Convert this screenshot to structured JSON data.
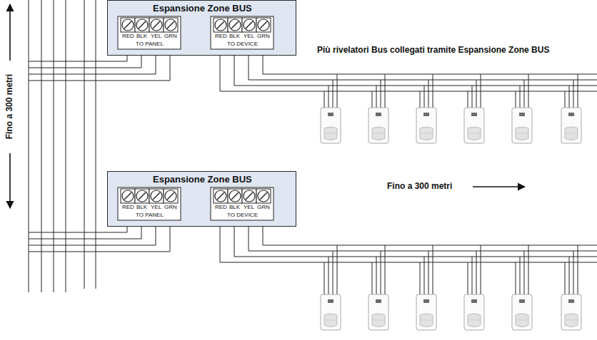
{
  "diagram": {
    "nodes": [
      {
        "text": [
          "Espansione Zone BUS",
          "RED",
          "BLK",
          "YEL",
          "GRN",
          "TO PANEL",
          "RED",
          "BLK",
          "YEL",
          "GRN",
          "TO DEVICE"
        ]
      },
      {
        "text": [
          "Espansione Zone BUS",
          "RED",
          "BLK",
          "YEL",
          "GRN",
          "TO PANEL",
          "RED",
          "BLK",
          "YEL",
          "GRN",
          "TO DEVICE"
        ]
      }
    ],
    "labels": [
      "Fino a 300 metri",
      "Più rivelatori Bus collegati tramite Espansione Zone BUS",
      "Fino a 300 metri"
    ]
  }
}
